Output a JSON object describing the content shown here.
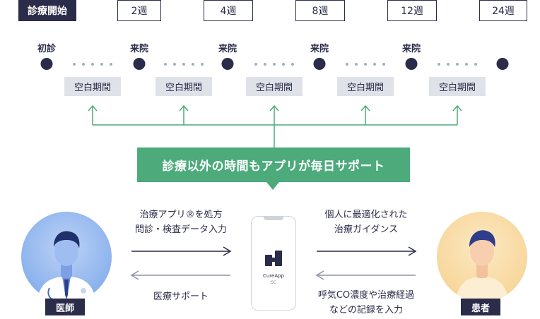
{
  "timeline": {
    "stages": [
      "診療開始",
      "2週",
      "4週",
      "8週",
      "12週",
      "24週"
    ],
    "visits": [
      "初診",
      "来院",
      "来院",
      "来院",
      "来院"
    ],
    "gap_label": "空白期間"
  },
  "banner": "診療以外の時間もアプリが毎日サポート",
  "doctor": {
    "tag": "医師",
    "to_patient_line1": "治療アプリ®を処方",
    "to_patient_line2": "問診・検査データ入力",
    "from_app": "医療サポート"
  },
  "patient": {
    "tag": "患者",
    "from_app_line1": "個人に最適化された",
    "from_app_line2": "治療ガイダンス",
    "to_app_line1": "呼気CO濃度や治療経過",
    "to_app_line2": "などの記録を入力"
  },
  "app": {
    "name": "CureApp",
    "sub": "SC"
  },
  "colors": {
    "navy": "#2b2c4a",
    "green": "#4caa7b",
    "gap_bg": "#dfe2e8",
    "doctor_bg": "#8cb2ee",
    "patient_bg": "#f7d79c"
  }
}
